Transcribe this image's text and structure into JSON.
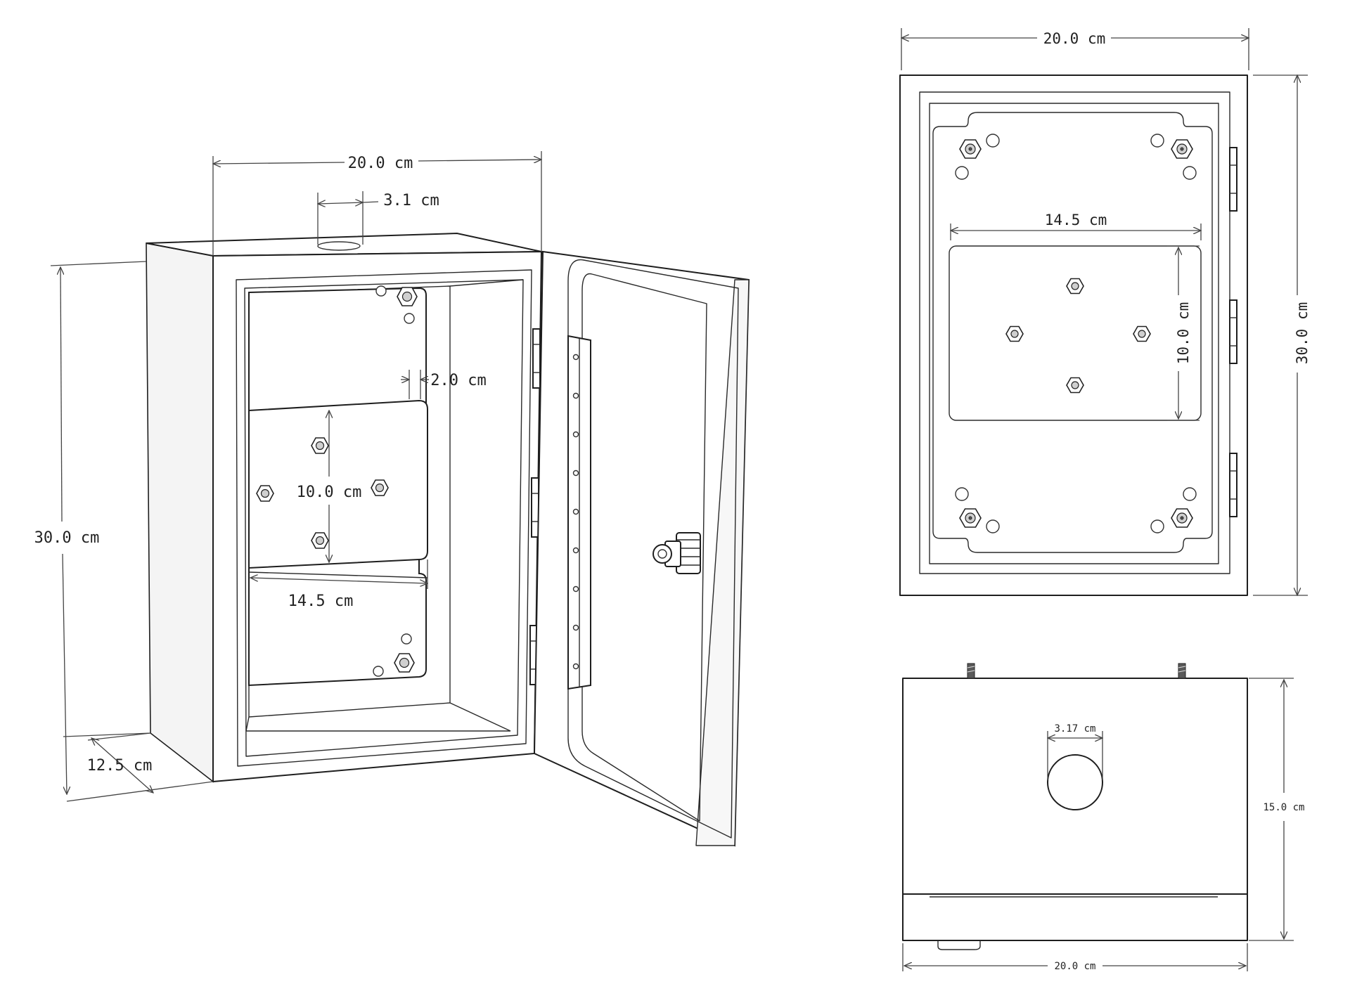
{
  "iso_view": {
    "width": "20.0 cm",
    "top_hole": "3.1 cm",
    "height": "30.0 cm",
    "depth": "12.5 cm",
    "plate_offset": "2.0 cm",
    "plate_height": "10.0 cm",
    "plate_width": "14.5 cm"
  },
  "front_view": {
    "width": "20.0 cm",
    "height": "30.0 cm",
    "plate_width": "14.5 cm",
    "plate_height": "10.0 cm"
  },
  "bottom_view": {
    "hole": "3.17 cm",
    "height": "15.0 cm",
    "width": "20.0 cm"
  }
}
